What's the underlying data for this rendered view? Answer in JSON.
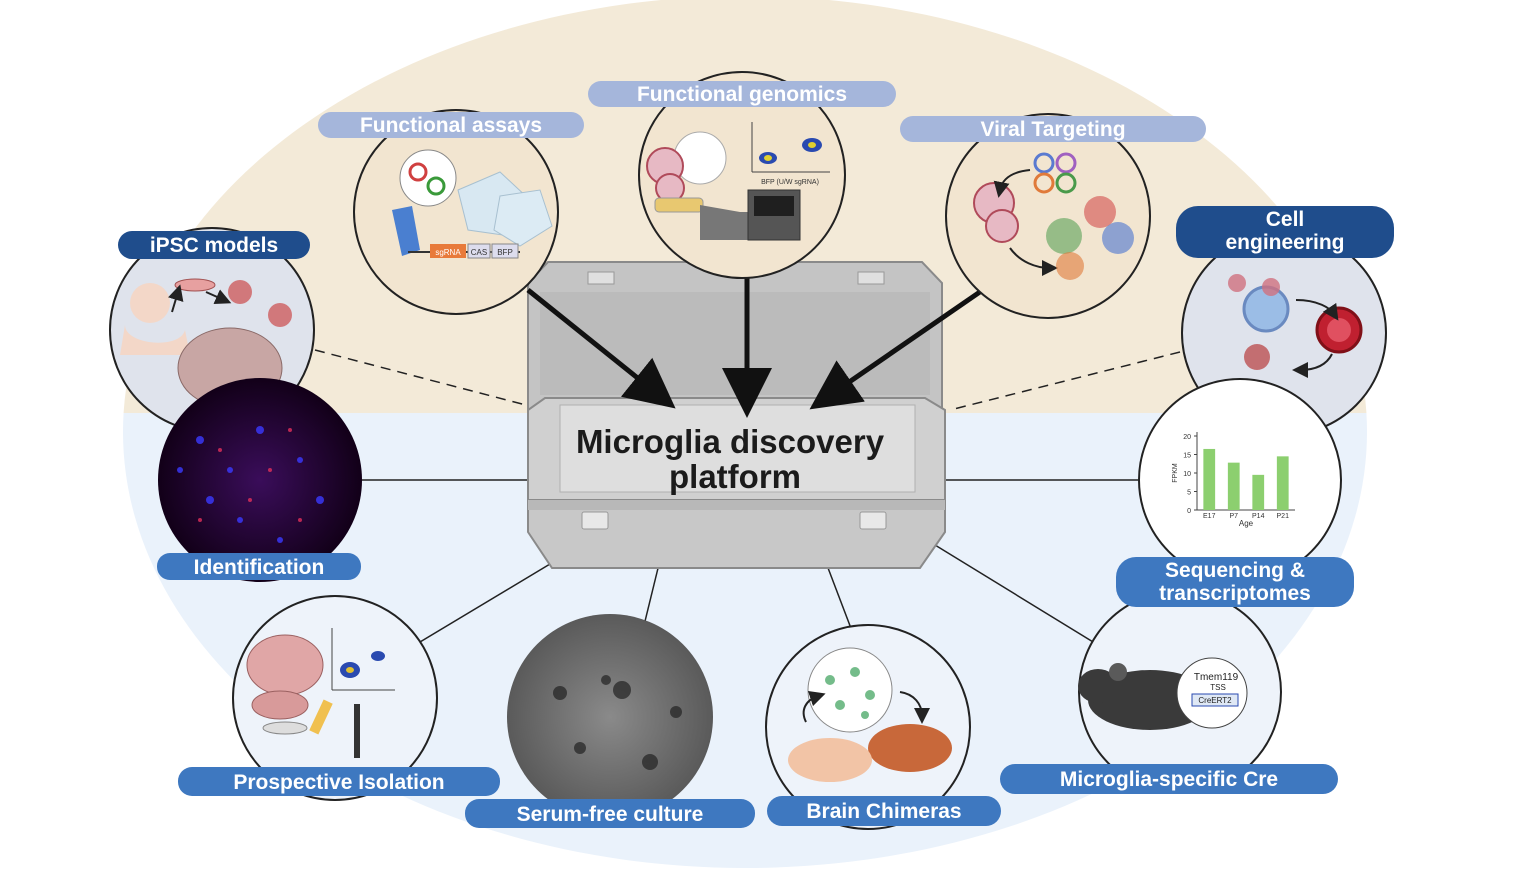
{
  "center_title": {
    "line1": "Microglia discovery",
    "line2": "platform"
  },
  "labels": {
    "functional_genomics": "Functional genomics",
    "functional_assays": "Functional assays",
    "viral_targeting": "Viral Targeting",
    "ipsc_models": "iPSC models",
    "cell_engineering_1": "Cell",
    "cell_engineering_2": "engineering",
    "identification": "Identification",
    "sequencing_1": "Sequencing &",
    "sequencing_2": "transcriptomes",
    "prospective_isolation": "Prospective Isolation",
    "serum_free_culture": "Serum-free culture",
    "brain_chimeras": "Brain Chimeras",
    "microglia_cre": "Microglia-specific Cre"
  },
  "figure_text": {
    "assay_sgrna": "sgRNA",
    "assay_cas": "CAS",
    "assay_bfp": "BFP",
    "genomics_xaxis": "BFP (U/W sgRNA)",
    "cre_gene": "Tmem119",
    "cre_tss": "TSS",
    "cre_construct": "CreERT2"
  },
  "chart_data": {
    "type": "bar",
    "categories": [
      "E17",
      "P7",
      "P14",
      "P21"
    ],
    "values": [
      16.5,
      12.8,
      9.5,
      14.5
    ],
    "ylabel": "FPKM",
    "xlabel": "Age",
    "yticks": [
      0,
      5,
      10,
      15,
      20
    ],
    "ylim": [
      0,
      20
    ]
  },
  "colors": {
    "top_background": "#f3ead8",
    "bottom_background": "#eaf2fb",
    "pill_light": "#a5b6db",
    "pill_dark": "#1f4d8c",
    "pill_mid": "#3e78c0",
    "bar_fill": "#8ccf6f",
    "arrow": "#111111"
  }
}
